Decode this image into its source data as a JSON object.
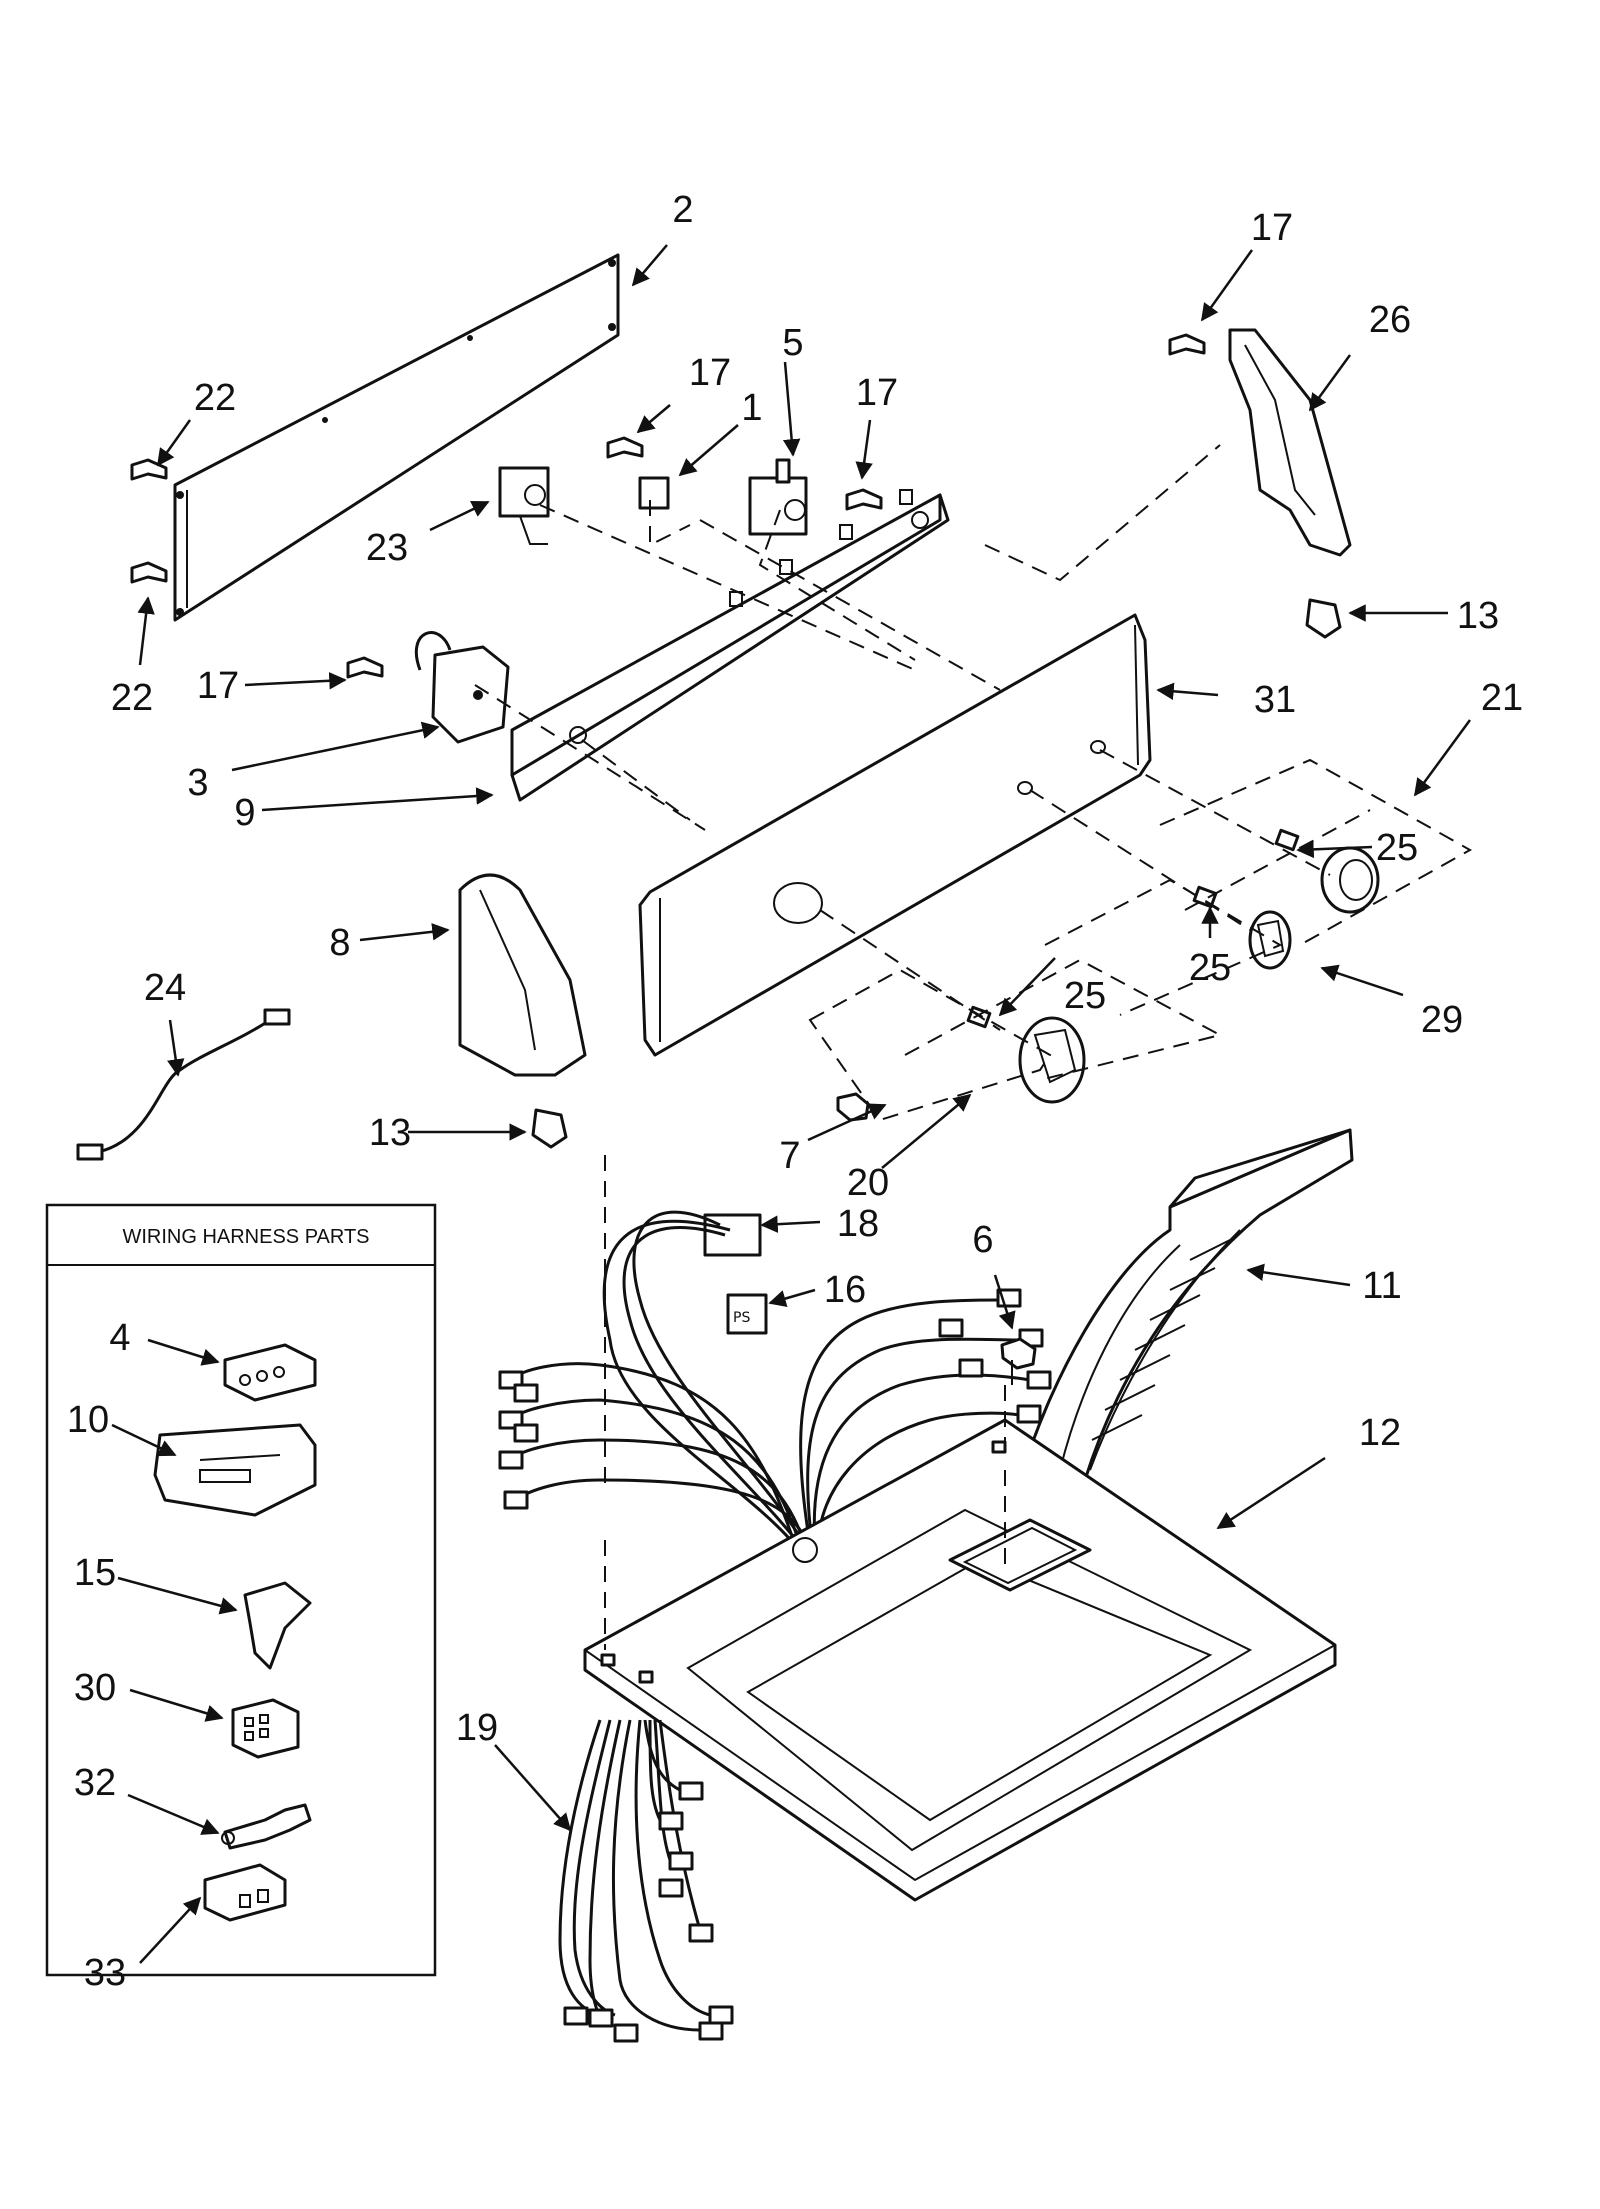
{
  "box_title": "WIRING HARNESS PARTS",
  "colors": {
    "ink": "#111111",
    "paper": "#ffffff"
  },
  "callouts": [
    {
      "id": "c2",
      "text": "2"
    },
    {
      "id": "c17a",
      "text": "17"
    },
    {
      "id": "c22a",
      "text": "22"
    },
    {
      "id": "c17b",
      "text": "17"
    },
    {
      "id": "c1",
      "text": "1"
    },
    {
      "id": "c5",
      "text": "5"
    },
    {
      "id": "c17c",
      "text": "17"
    },
    {
      "id": "c26",
      "text": "26"
    },
    {
      "id": "c23",
      "text": "23"
    },
    {
      "id": "c13a",
      "text": "13"
    },
    {
      "id": "c22b",
      "text": "22"
    },
    {
      "id": "c17d",
      "text": "17"
    },
    {
      "id": "c31",
      "text": "31"
    },
    {
      "id": "c21",
      "text": "21"
    },
    {
      "id": "c3",
      "text": "3"
    },
    {
      "id": "c9",
      "text": "9"
    },
    {
      "id": "c25a",
      "text": "25"
    },
    {
      "id": "c8",
      "text": "8"
    },
    {
      "id": "c25b",
      "text": "25"
    },
    {
      "id": "c25c",
      "text": "25"
    },
    {
      "id": "c29",
      "text": "29"
    },
    {
      "id": "c24",
      "text": "24"
    },
    {
      "id": "c13b",
      "text": "13"
    },
    {
      "id": "c7",
      "text": "7"
    },
    {
      "id": "c20",
      "text": "20"
    },
    {
      "id": "c18",
      "text": "18"
    },
    {
      "id": "c6",
      "text": "6"
    },
    {
      "id": "c16",
      "text": "16"
    },
    {
      "id": "c11",
      "text": "11"
    },
    {
      "id": "c4",
      "text": "4"
    },
    {
      "id": "c10",
      "text": "10"
    },
    {
      "id": "c12",
      "text": "12"
    },
    {
      "id": "c15",
      "text": "15"
    },
    {
      "id": "c30",
      "text": "30"
    },
    {
      "id": "c19",
      "text": "19"
    },
    {
      "id": "c32",
      "text": "32"
    },
    {
      "id": "c33",
      "text": "33"
    }
  ]
}
